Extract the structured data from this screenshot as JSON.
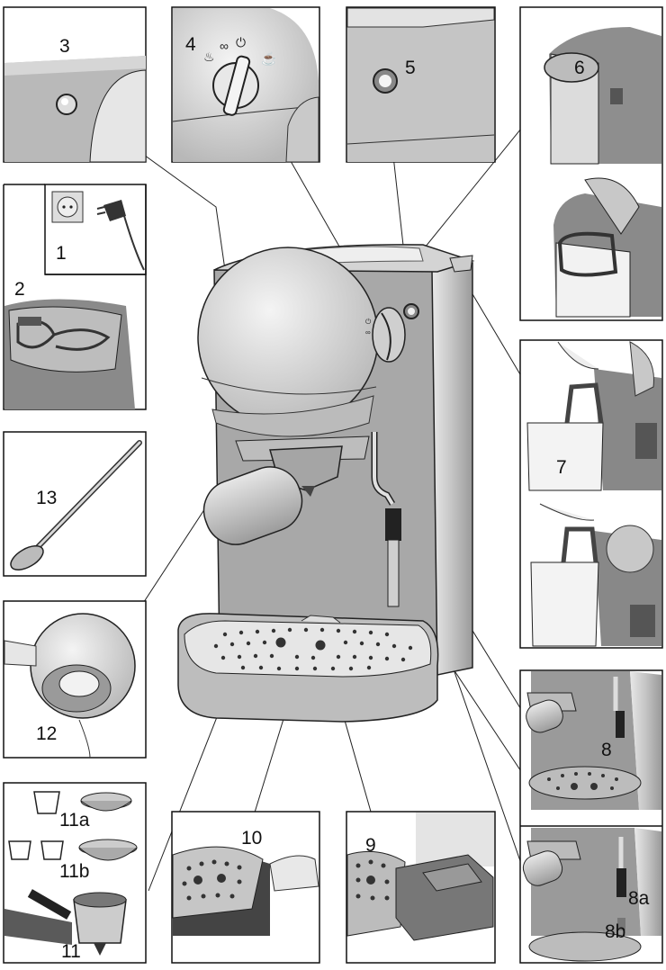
{
  "callouts": {
    "c1": "1",
    "c2": "2",
    "c3": "3",
    "c4": "4",
    "c5": "5",
    "c6": "6",
    "c7": "7",
    "c8": "8",
    "c8a": "8a",
    "c8b": "8b",
    "c9": "9",
    "c10": "10",
    "c11": "11",
    "c11a": "11a",
    "c11b": "11b",
    "c12": "12",
    "c13": "13"
  },
  "colors": {
    "panel_border": "#111111",
    "machine_body": "#a9a9a9",
    "machine_side": "#c8c8c8",
    "head_globe": "#e0e0e0",
    "tray": "#bdbdbd",
    "dark_part": "#555555"
  }
}
